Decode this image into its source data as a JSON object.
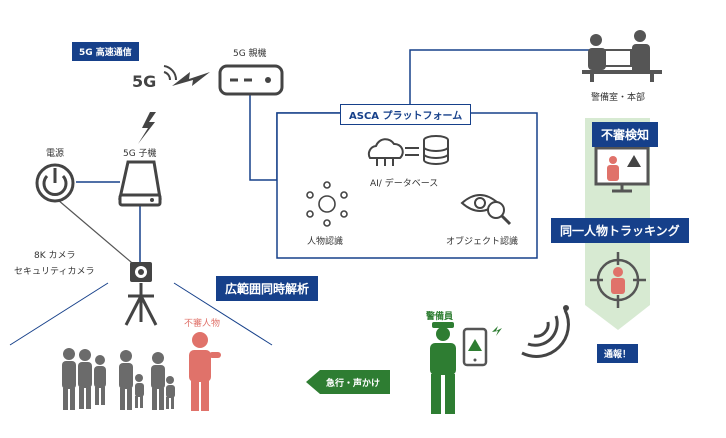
{
  "labels": {
    "fiveg_fast": "5G 高速通信",
    "fiveg_parent": "5G 親機",
    "fiveg_logo": "5G",
    "fiveg_child": "5G 子機",
    "power": "電源",
    "camera_line1": "8K カメラ",
    "camera_line2": "セキュリティカメラ",
    "platform": "ASCA プラットフォーム",
    "ai_db": "AI/ データベース",
    "face_recog": "人物認識",
    "object_recog": "オブジェクト認識",
    "wide_analysis": "広範囲同時解析",
    "suspicious": "不審人物",
    "hq": "警備室・本部",
    "detect": "不審検知",
    "tracking": "同一人物トラッキング",
    "notify": "通報！",
    "guard": "警備員",
    "rush": "急行・声かけ"
  },
  "colors": {
    "navy": "#16408a",
    "dark": "#444444",
    "gray": "#5f5f5f",
    "red": "#e0726a",
    "green": "#2e7d32",
    "light_green": "#cfe8c9"
  }
}
